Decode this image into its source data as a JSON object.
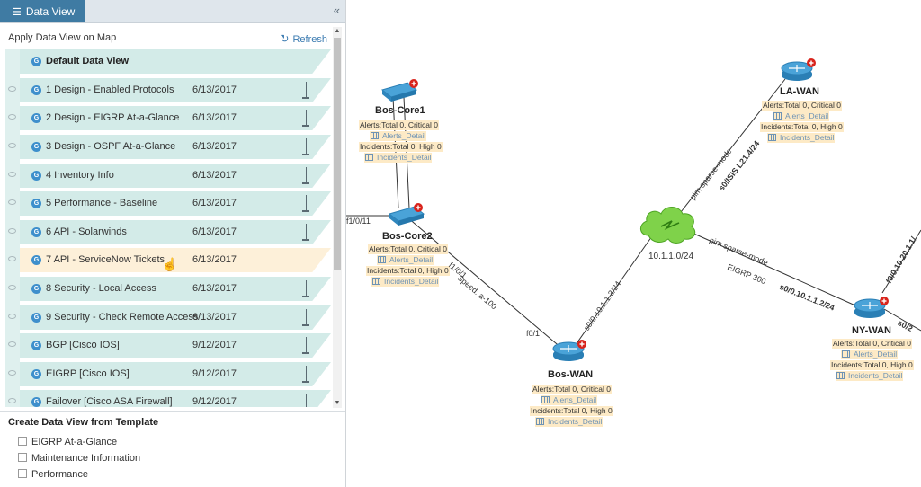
{
  "header": {
    "tab_label": "Data View",
    "collapse_icon": "double-chevron-left-icon"
  },
  "panel": {
    "apply_label": "Apply Data View on Map",
    "refresh_label": "Refresh"
  },
  "data_views": [
    {
      "name": "Default Data View",
      "date": ""
    },
    {
      "name": "1 Design - Enabled Protocols",
      "date": "6/13/2017"
    },
    {
      "name": "2 Design - EIGRP At-a-Glance",
      "date": "6/13/2017"
    },
    {
      "name": "3 Design - OSPF At-a-Glance",
      "date": "6/13/2017"
    },
    {
      "name": "4 Inventory Info",
      "date": "6/13/2017"
    },
    {
      "name": "5 Performance - Baseline",
      "date": "6/13/2017"
    },
    {
      "name": "6 API - Solarwinds",
      "date": "6/13/2017"
    },
    {
      "name": "7 API - ServiceNow Tickets",
      "date": "6/13/2017"
    },
    {
      "name": "8 Security - Local Access",
      "date": "6/13/2017"
    },
    {
      "name": "9 Security - Check Remote Access",
      "date": "6/13/2017"
    },
    {
      "name": "BGP [Cisco IOS]",
      "date": "9/12/2017"
    },
    {
      "name": "EIGRP [Cisco IOS]",
      "date": "9/12/2017"
    },
    {
      "name": "Failover [Cisco ASA Firewall]",
      "date": "9/12/2017"
    }
  ],
  "template": {
    "title": "Create Data View from Template",
    "items": [
      "EIGRP At-a-Glance",
      "Maintenance Information",
      "Performance"
    ]
  },
  "devices": {
    "bos_core1": {
      "name": "Bos-Core1",
      "alerts": "Alerts:Total 0, Critical 0",
      "alerts_detail": "Alerts_Detail",
      "incidents": "Incidents:Total 0, High 0",
      "incidents_detail": "Incidents_Detail"
    },
    "bos_core2": {
      "name": "Bos-Core2",
      "alerts": "Alerts:Total 0, Critical 0",
      "alerts_detail": "Alerts_Detail",
      "incidents": "Incidents:Total 0, High 0",
      "incidents_detail": "Incidents_Detail"
    },
    "bos_wan": {
      "name": "Bos-WAN",
      "alerts": "Alerts:Total 0, Critical 0",
      "alerts_detail": "Alerts_Detail",
      "incidents": "Incidents:Total 0, High 0",
      "incidents_detail": "Incidents_Detail"
    },
    "la_wan": {
      "name": "LA-WAN",
      "alerts": "Alerts:Total 0, Critical 0",
      "alerts_detail": "Alerts_Detail",
      "incidents": "Incidents:Total 0, High 0",
      "incidents_detail": "Incidents_Detail"
    },
    "ny_wan": {
      "name": "NY-WAN",
      "alerts": "Alerts:Total 0, Critical 0",
      "alerts_detail": "Alerts_Detail",
      "incidents": "Incidents:Total 0, High 0",
      "incidents_detail": "Incidents_Detail"
    },
    "cloud": {
      "name": "10.1.1.0/24"
    }
  },
  "links": {
    "f1_0_11": "f1/0/11",
    "f1_0_1": "f1/0/1",
    "speed": "Speed: a-100",
    "f0_1": "f0/1",
    "s0_0_10_1_1_3": "s0/0.10.1.1.3/24",
    "pim_sparse_mode_1": "pim sparse-mode",
    "s0_isis": "s0/ISIS L21.4/24",
    "pim_sparse_mode_2": "pim sparse-mode",
    "eigrp_300": "EIGRP 300",
    "s0_0_10_1_1_2": "s0/0.10.1.1.2/24",
    "f0_0_10_20_1_1": "f0/0.10.20.1.1/",
    "s0_2": "s0/2"
  },
  "colors": {
    "accent": "#3f7ba3",
    "row_bg": "#d3ebe8",
    "row_highlight": "#fdf0d9",
    "alert_bg": "#fdeac6",
    "link": "#3a7ab0"
  }
}
